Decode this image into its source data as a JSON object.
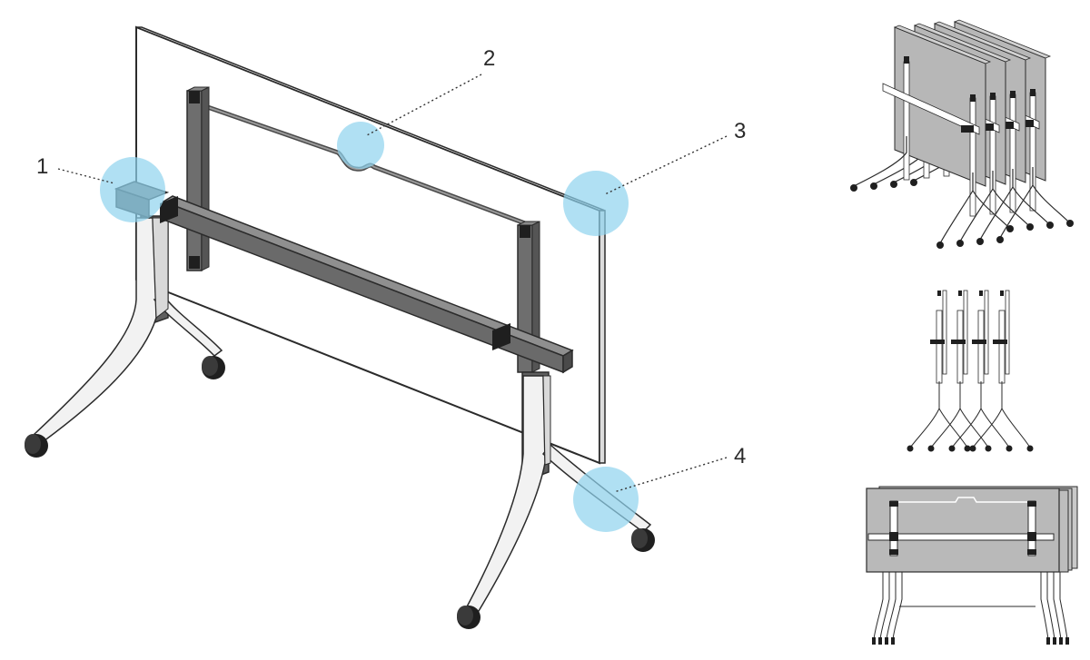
{
  "callouts": [
    {
      "number": "1",
      "meaning": "beam-end-cap"
    },
    {
      "number": "2",
      "meaning": "modesty-panel-handle"
    },
    {
      "number": "3",
      "meaning": "tabletop-corner"
    },
    {
      "number": "4",
      "meaning": "leg-foot-joint"
    }
  ],
  "colors": {
    "highlight": "#8fd3ee",
    "frame_dark": "#6b6b6b",
    "frame_darker": "#3f3f3f",
    "leg_light": "#f2f2f2",
    "outline": "#2b2b2b",
    "panel_gray": "#b9b9b9"
  },
  "views": [
    "main-isometric",
    "nested-stack-isometric",
    "nested-stack-side",
    "nested-stack-front"
  ]
}
